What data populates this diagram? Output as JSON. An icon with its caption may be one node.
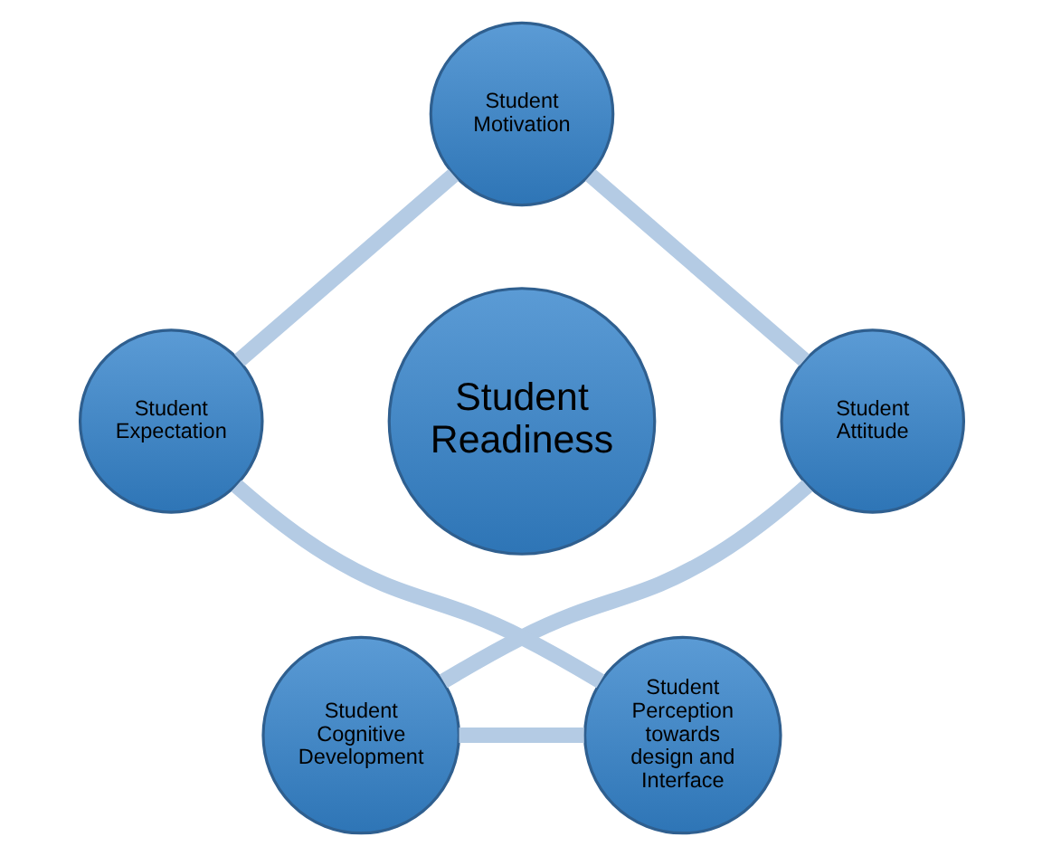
{
  "diagram": {
    "nodes": [
      {
        "text": [
          "Student Motivation"
        ]
      },
      {
        "text": [
          "Student Expectation"
        ]
      },
      {
        "text": [
          "Student Readiness"
        ]
      },
      {
        "text": [
          "Student Attitude"
        ]
      },
      {
        "text": [
          "Student Perception towards design and Interface"
        ]
      },
      {
        "text": [
          "Student Cognitive Development"
        ]
      }
    ],
    "edges": [
      {
        "from": 0,
        "to": 3,
        "arrow": "none"
      },
      {
        "from": 3,
        "to": 5,
        "arrow": "none"
      },
      {
        "from": 5,
        "to": 4,
        "arrow": "none"
      },
      {
        "from": 4,
        "to": 1,
        "arrow": "none"
      },
      {
        "from": 1,
        "to": 0,
        "arrow": "none"
      }
    ]
  }
}
